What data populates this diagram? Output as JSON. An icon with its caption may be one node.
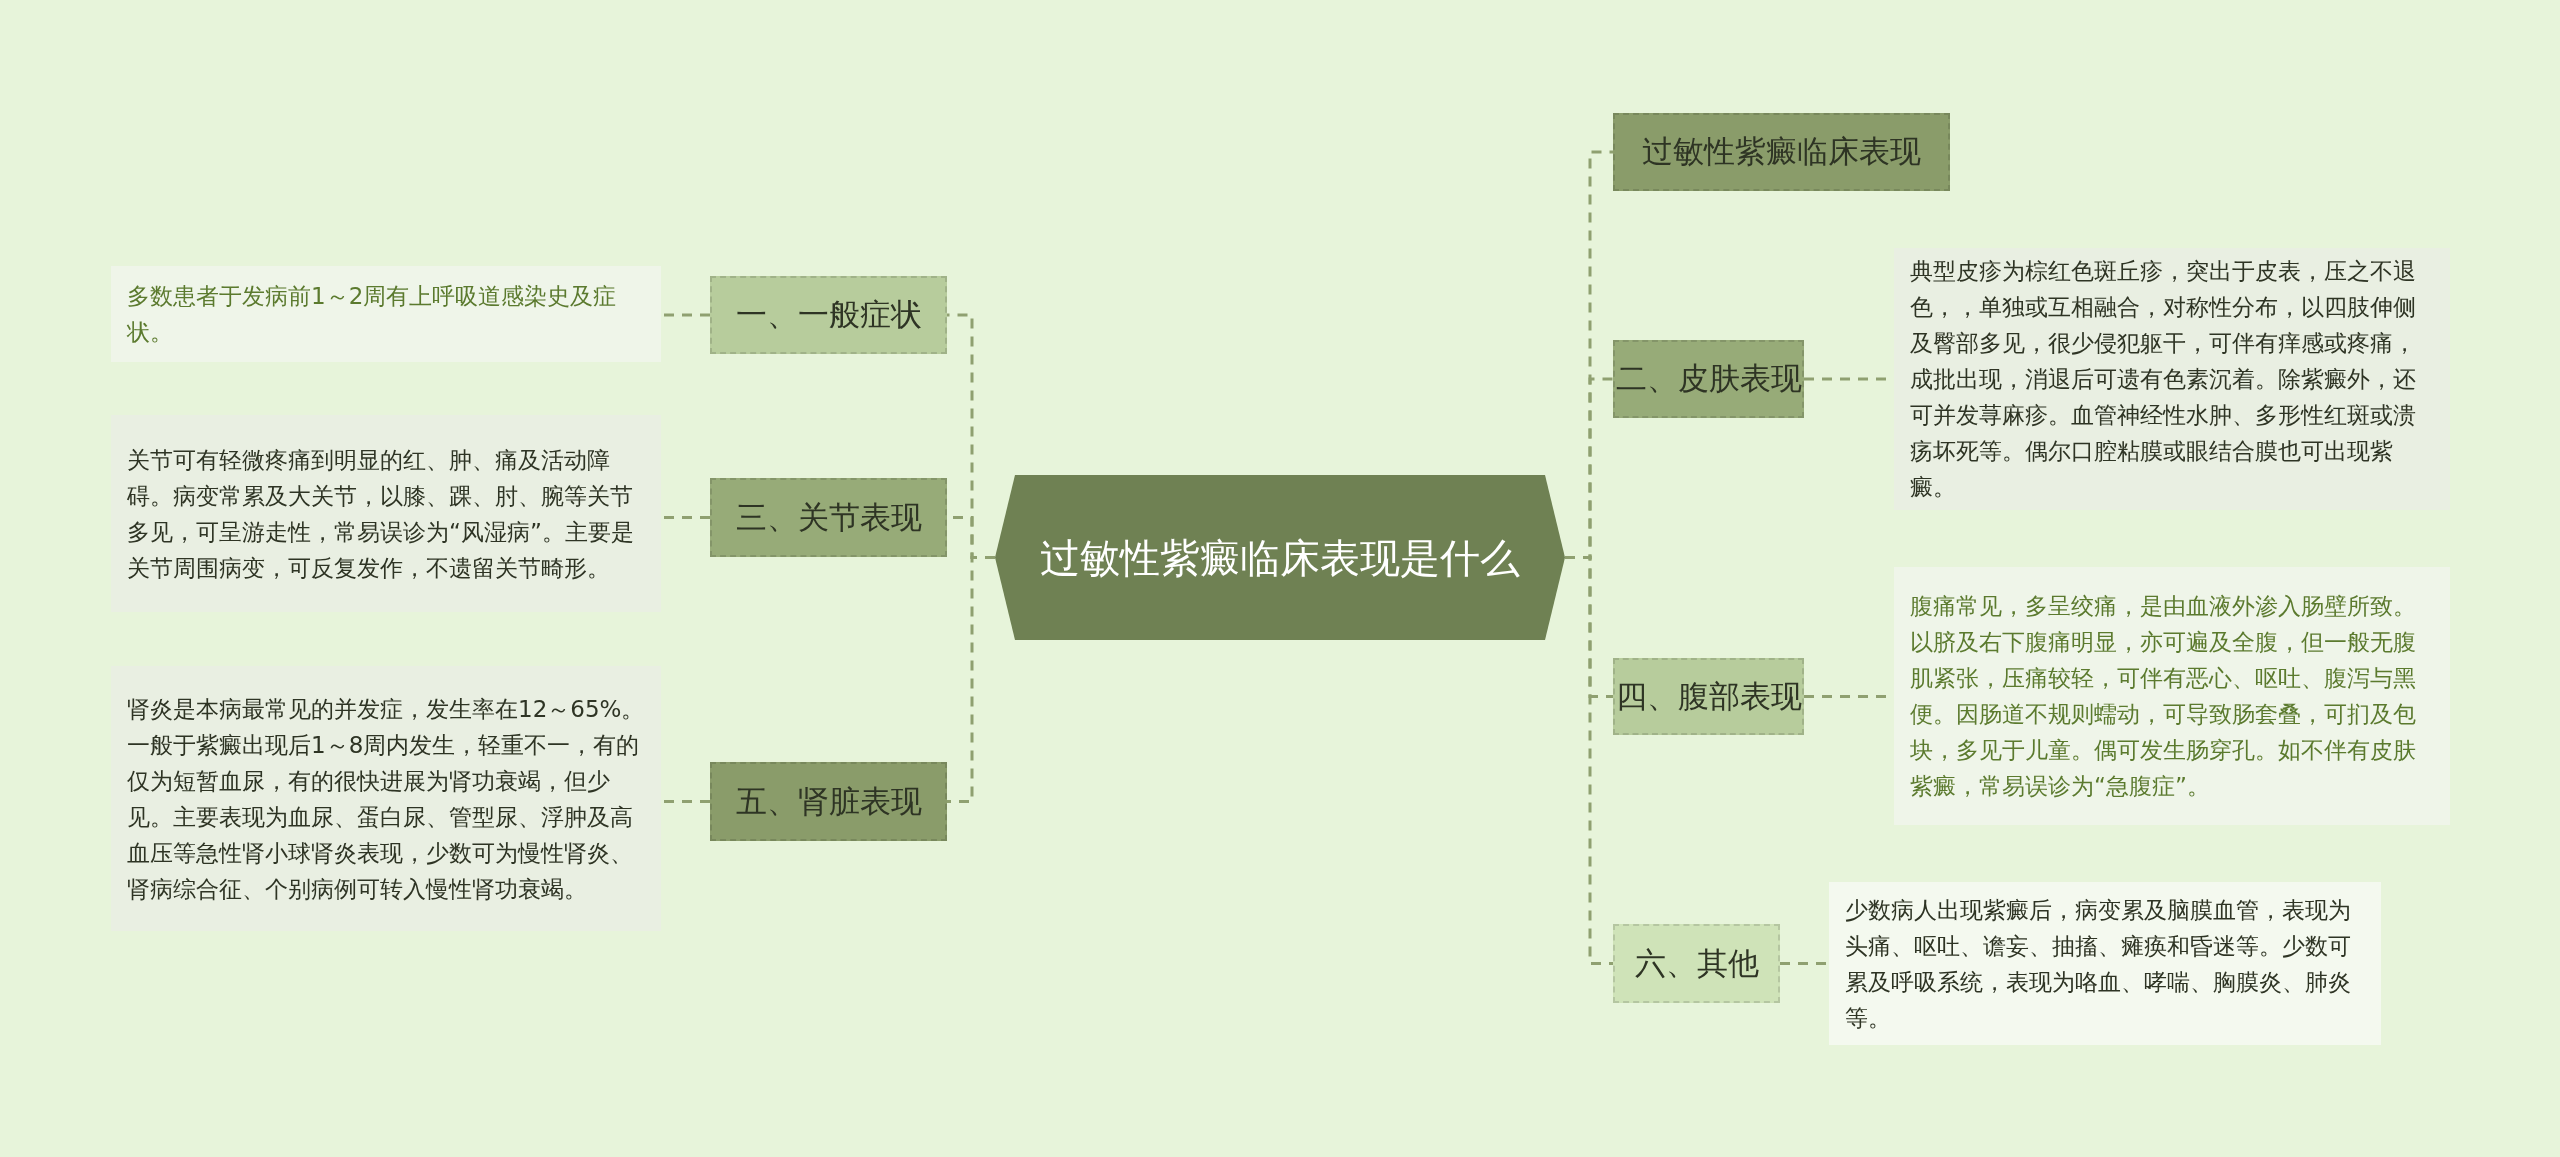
{
  "diagram": {
    "nodes": [
      {
        "text": [
          "过敏性紫癜临床表现是什么"
        ]
      },
      {
        "text": [
          "一、一般症状"
        ]
      },
      {
        "text": [
          "多数患者于发病前1～2周有上呼吸道感染史及症状。"
        ]
      },
      {
        "text": [
          "三、关节表现"
        ]
      },
      {
        "text": [
          "关节可有轻微疼痛到明显的红、肿、痛及活动障碍。病变常累及大关节，以膝、踝、肘、腕等关节多见，可呈游走性，常易误诊为“风湿病”。主要是关节周围病变，可反复发作，不遗留关节畸形。"
        ]
      },
      {
        "text": [
          "五、肾脏表现"
        ]
      },
      {
        "text": [
          "肾炎是本病最常见的并发症，发生率在12～65%。一般于紫癜出现后1～8周内发生，轻重不一，有的仅为短暂血尿，有的很快进展为肾功衰竭，但少见。主要表现为血尿、蛋白尿、管型尿、浮肿及高血压等急性肾小球肾炎表现，少数可为慢性肾炎、肾病综合征、个别病例可转入慢性肾功衰竭。"
        ]
      },
      {
        "text": [
          "过敏性紫癜临床表现"
        ]
      },
      {
        "text": [
          "二、皮肤表现"
        ]
      },
      {
        "text": [
          "典型皮疹为棕红色斑丘疹，突出于皮表，压之不退色，，单独或互相融合，对称性分布，以四肢伸侧及臀部多见，很少侵犯躯干，可伴有痒感或疼痛，成批出现，消退后可遗有色素沉着。除紫癜外，还可并发荨麻疹。血管神经性水肿、多形性红斑或溃疡坏死等。偶尔口腔粘膜或眼结合膜也可出现紫癜。"
        ]
      },
      {
        "text": [
          "四、腹部表现"
        ]
      },
      {
        "text": [
          "腹痛常见，多呈绞痛，是由血液外渗入肠壁所致。以脐及右下腹痛明显，亦可遍及全腹，但一般无腹肌紧张，压痛较轻，可伴有恶心、呕吐、腹泻与黑便。因肠道不规则蠕动，可导致肠套叠，可扪及包块，多见于儿童。偶可发生肠穿孔。如不伴有皮肤紫癜，常易误诊为“急腹症”。"
        ]
      },
      {
        "text": [
          "六、其他"
        ]
      },
      {
        "text": [
          "少数病人出现紫癜后，病变累及脑膜血管，表现为头痛、呕吐、谵妄、抽搐、瘫痪和昏迷等。少数可累及呼吸系统，表现为咯血、哮喘、胸膜炎、肺炎等。"
        ]
      }
    ],
    "edges": [
      {
        "from": 0,
        "to": 1,
        "arrow": "none",
        "style": "dashed"
      },
      {
        "from": 1,
        "to": 2,
        "arrow": "none",
        "style": "dashed"
      },
      {
        "from": 0,
        "to": 3,
        "arrow": "none",
        "style": "dashed"
      },
      {
        "from": 3,
        "to": 4,
        "arrow": "none",
        "style": "dashed"
      },
      {
        "from": 0,
        "to": 5,
        "arrow": "none",
        "style": "dashed"
      },
      {
        "from": 5,
        "to": 6,
        "arrow": "none",
        "style": "dashed"
      },
      {
        "from": 0,
        "to": 7,
        "arrow": "none",
        "style": "dashed"
      },
      {
        "from": 0,
        "to": 8,
        "arrow": "none",
        "style": "dashed"
      },
      {
        "from": 8,
        "to": 9,
        "arrow": "none",
        "style": "dashed"
      },
      {
        "from": 0,
        "to": 10,
        "arrow": "none",
        "style": "dashed"
      },
      {
        "from": 10,
        "to": 11,
        "arrow": "none",
        "style": "dashed"
      },
      {
        "from": 0,
        "to": 12,
        "arrow": "none",
        "style": "dashed"
      },
      {
        "from": 12,
        "to": 13,
        "arrow": "none",
        "style": "dashed"
      }
    ]
  }
}
